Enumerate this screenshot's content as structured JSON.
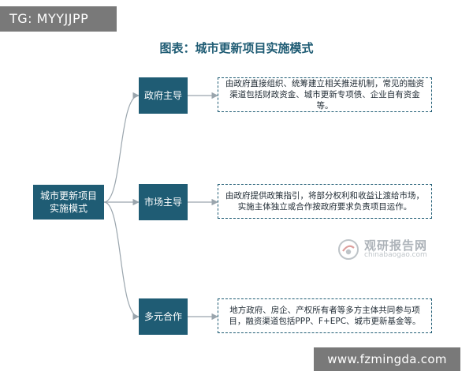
{
  "overlay": {
    "tag": "TG: MYYJJPP",
    "url": "www.fzmingda.com"
  },
  "diagram": {
    "title": "图表：城市更新项目实施模式",
    "root": {
      "label": "城市更新项目实施模式"
    },
    "branches": [
      {
        "label": "政府主导",
        "description": "由政府直接组织、统筹建立相关推进机制，常见的融资渠道包括财政资金、城市更新专项债、企业自有资金等。"
      },
      {
        "label": "市场主导",
        "description": "由政府提供政策指引，将部分权利和收益让渡给市场，实施主体独立或合作按政府要求负责项目运作。"
      },
      {
        "label": "多元合作",
        "description": "地方政府、房企、产权所有者等多方主体共同参与项目，融资渠道包括PPP、F+EPC、城市更新基金等。"
      }
    ],
    "colors": {
      "node_fill": "#1f5c74",
      "title": "#1f5c74",
      "connector": "#9aa5ad"
    }
  },
  "watermark": {
    "name": "观研报告网",
    "site": "chinabaogao.com"
  }
}
